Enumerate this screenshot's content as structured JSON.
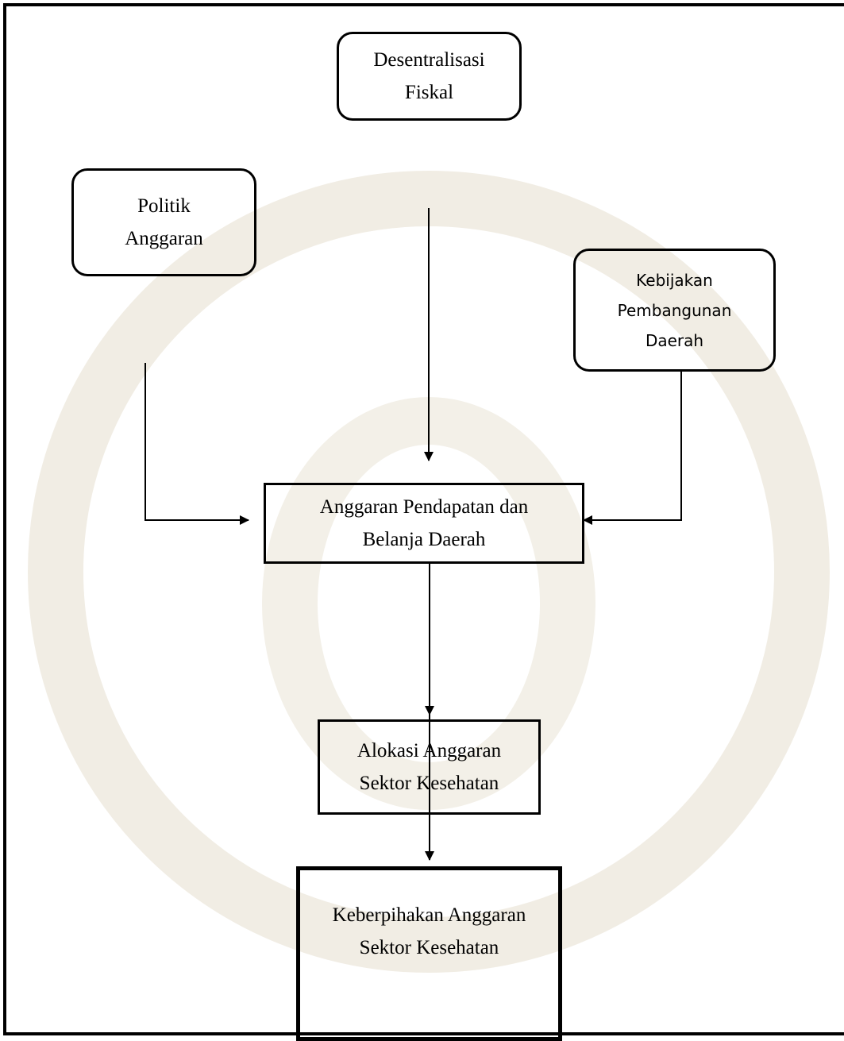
{
  "diagram": {
    "nodes": {
      "desentralisasi": {
        "label": "Desentralisasi\nFiskal"
      },
      "politik": {
        "label": "Politik\nAnggaran"
      },
      "kebijakan": {
        "label": "Kebijakan\nPembangunan\nDaerah"
      },
      "apbd": {
        "label": "Anggaran Pendapatan dan\nBelanja Daerah"
      },
      "alokasi": {
        "label": "Alokasi Anggaran\nSektor Kesehatan"
      },
      "keberpihakan": {
        "label": "Keberpihakan Anggaran\nSektor Kesehatan"
      }
    },
    "edges": [
      {
        "from": "Desentralisasi Fiskal",
        "to": "Anggaran Pendapatan dan Belanja Daerah"
      },
      {
        "from": "Politik Anggaran",
        "to": "Anggaran Pendapatan dan Belanja Daerah"
      },
      {
        "from": "Kebijakan Pembangunan Daerah",
        "to": "Anggaran Pendapatan dan Belanja Daerah"
      },
      {
        "from": "Anggaran Pendapatan dan Belanja Daerah",
        "to": "Alokasi Anggaran Sektor Kesehatan"
      },
      {
        "from": "Alokasi Anggaran Sektor Kesehatan",
        "to": "Keberpihakan Anggaran Sektor Kesehatan"
      }
    ]
  },
  "colors": {
    "line": "#000000",
    "background": "#ffffff",
    "watermark": "#f1ede4"
  }
}
